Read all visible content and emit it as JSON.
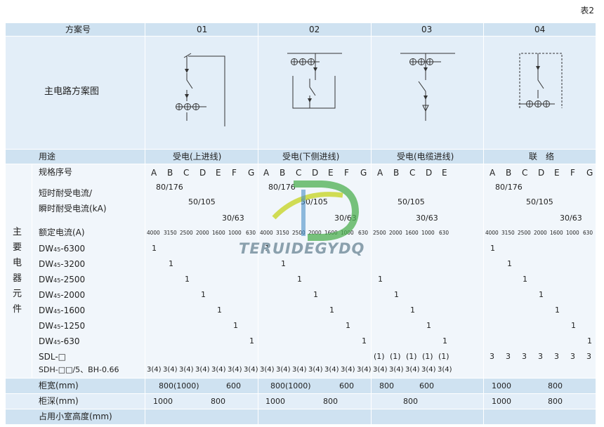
{
  "table_tag": "表2",
  "header": {
    "label": "方案号",
    "schemes": [
      "01",
      "02",
      "03",
      "04"
    ]
  },
  "diagram_row_label": "主电路方案图",
  "usage": {
    "label": "用途",
    "values": [
      "受电(上进线)",
      "受电(下侧进线)",
      "受电(电缆进线)",
      "联　络"
    ]
  },
  "spec": {
    "label": "规格序号",
    "g01": [
      "A",
      "B",
      "C",
      "D",
      "E",
      "F",
      "G"
    ],
    "g02": [
      "A",
      "B",
      "C",
      "D",
      "E",
      "F",
      "G"
    ],
    "g03": [
      "A",
      "B",
      "C",
      "D",
      "E"
    ],
    "g04": [
      "A",
      "B",
      "C",
      "D",
      "E",
      "F",
      "G"
    ]
  },
  "short_current": {
    "label1": "短时耐受电流/",
    "label2": "瞬时耐受电流(kA)",
    "v01": [
      "80/176",
      "50/105",
      "30/63"
    ],
    "v02": [
      "80/176",
      "50/105",
      "30/63"
    ],
    "v03": [
      "50/105",
      "30/63"
    ],
    "v04": [
      "80/176",
      "50/105",
      "30/63"
    ]
  },
  "rated_current": {
    "label": "额定电流(A)",
    "g01": [
      "4000",
      "3150",
      "2500",
      "2000",
      "1600",
      "1000",
      "630"
    ],
    "g02": [
      "4000",
      "3150",
      "2500",
      "2000",
      "1600",
      "1000",
      "630"
    ],
    "g03": [
      "2500",
      "2000",
      "1600",
      "1000",
      "630"
    ],
    "g04": [
      "4000",
      "3150",
      "2500",
      "2000",
      "1600",
      "1000",
      "630"
    ]
  },
  "side_label": [
    "主",
    "要",
    "电",
    "器",
    "元",
    "件"
  ],
  "components": [
    {
      "pre": "DW",
      "sub": "45",
      "suf": "-6300"
    },
    {
      "pre": "DW",
      "sub": "45",
      "suf": "-3200"
    },
    {
      "pre": "DW",
      "sub": "45",
      "suf": "-2500"
    },
    {
      "pre": "DW",
      "sub": "45",
      "suf": "-2000"
    },
    {
      "pre": "DW",
      "sub": "45",
      "suf": "-1600"
    },
    {
      "pre": "DW",
      "sub": "45",
      "suf": "-1250"
    },
    {
      "pre": "DW",
      "sub": "45",
      "suf": "-630"
    }
  ],
  "one_mark": "1",
  "sdl": {
    "label": "SDL-□",
    "g03_values": [
      "(1)",
      "(1)",
      "(1)",
      "(1)",
      "(1)"
    ],
    "g04_value": "3"
  },
  "sdh": {
    "label": "SDH-□□/5、BH-0.66",
    "value": "3(4)"
  },
  "cabinet_width": {
    "label": "柜宽(mm)",
    "g01": [
      "800(1000)",
      "600"
    ],
    "g02": [
      "800(1000)",
      "600"
    ],
    "g03": [
      "800",
      "600"
    ],
    "g04": [
      "1000",
      "800"
    ]
  },
  "cabinet_depth": {
    "label": "柜深(mm)",
    "g01": [
      "1000",
      "800"
    ],
    "g02": [
      "1000",
      "800"
    ],
    "g03": [
      "800"
    ],
    "g04": [
      "1000",
      "800"
    ]
  },
  "room_height": {
    "label": "占用小室高度(mm)"
  },
  "watermark": {
    "text": "TERUIDEGYDQ",
    "colors": {
      "green": "#4caf50",
      "lime": "#c8d62a",
      "blue": "#4a90c8"
    }
  }
}
